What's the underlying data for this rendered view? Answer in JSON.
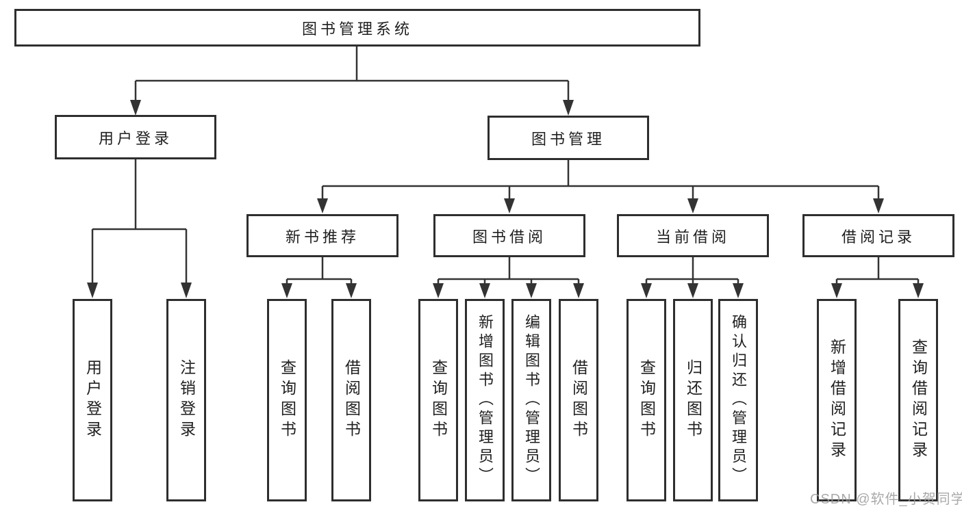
{
  "tree": {
    "root": {
      "label": "图书管理系统"
    },
    "branches": [
      {
        "label": "用户登录",
        "children": [
          {
            "label": "用户登录"
          },
          {
            "label": "注销登录"
          }
        ]
      },
      {
        "label": "图书管理",
        "children": [
          {
            "label": "新书推荐",
            "children": [
              {
                "label": "查询图书"
              },
              {
                "label": "借阅图书"
              }
            ]
          },
          {
            "label": "图书借阅",
            "children": [
              {
                "label": "查询图书"
              },
              {
                "label": "新增图书（管理员）"
              },
              {
                "label": "编辑图书（管理员）"
              },
              {
                "label": "借阅图书"
              }
            ]
          },
          {
            "label": "当前借阅",
            "children": [
              {
                "label": "查询图书"
              },
              {
                "label": "归还图书"
              },
              {
                "label": "确认归还（管理员）"
              }
            ]
          },
          {
            "label": "借阅记录",
            "children": [
              {
                "label": "新增借阅记录"
              },
              {
                "label": "查询借阅记录"
              }
            ]
          }
        ]
      }
    ]
  },
  "watermark": "CSDN @软件_小贺同学",
  "colors": {
    "line": "#333333",
    "box_border": "#2e2e2e",
    "box_fill": "#ffffff",
    "text": "#1f1f1f",
    "background": "#ffffff",
    "watermark": "#9b9b9b"
  }
}
